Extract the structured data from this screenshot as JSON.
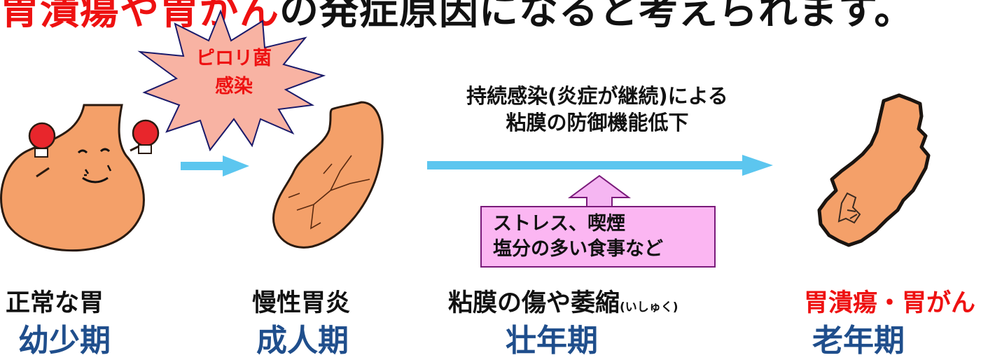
{
  "headline": {
    "red_part": "胃潰瘍や胃がん",
    "dark_part": "の発症原因になると考えられます。"
  },
  "burst": {
    "line1": "ピロリ菌",
    "line2": "感染"
  },
  "caption": {
    "line1": "持続感染(炎症が継続)による",
    "line2": "粘膜の防御機能低下"
  },
  "factors": {
    "line1": "ストレス、喫煙",
    "line2": "塩分の多い食事など"
  },
  "stages": [
    {
      "label": "正常な胃",
      "period": "幼少期"
    },
    {
      "label": "慢性胃炎",
      "period": "成人期"
    },
    {
      "label": "粘膜の傷や萎縮",
      "label_small": "(いしゅく)",
      "period": "壮年期"
    },
    {
      "label": "胃潰瘍・胃がん",
      "period": "老年期"
    }
  ],
  "icons": {
    "healthy": "boxing-stomach-character-icon",
    "inflamed": "inflamed-stomach-icon",
    "diseased": "damaged-stomach-icon",
    "burst": "explosion-burst-icon",
    "arrows": "right-arrow-icon",
    "up_arrow": "up-arrow-icon"
  },
  "colors": {
    "headline_red": "#ee1111",
    "period_blue": "#1f4e8c",
    "arrow_blue": "#5cc6ef",
    "stomach_fill": "#f4a069",
    "burst_fill": "#f8b3a3",
    "factor_box": "#fbb6f2",
    "up_arrow": "#f5b6f2"
  }
}
